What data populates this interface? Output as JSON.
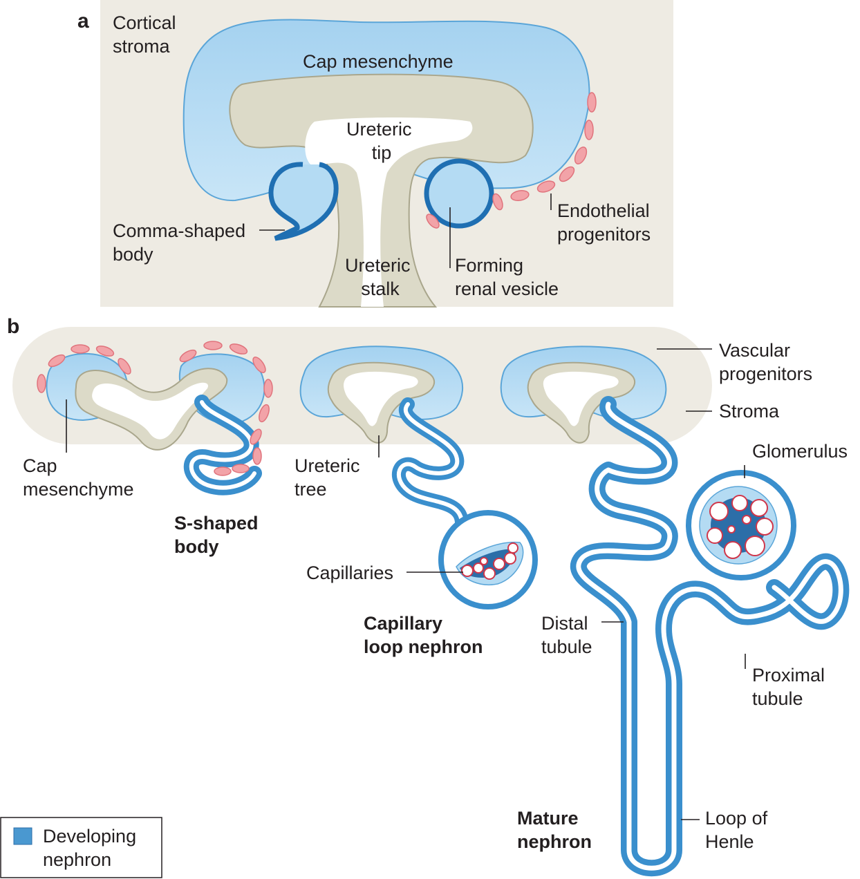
{
  "panels": [
    {
      "letter": "a",
      "labels": {
        "cortical_stroma": [
          "Cortical",
          "stroma"
        ],
        "cap_mesenchyme": [
          "Cap mesenchyme"
        ],
        "ureteric_tip": [
          "Ureteric",
          "tip"
        ],
        "comma_shaped_body": [
          "Comma-shaped",
          "body"
        ],
        "ureteric_stalk": [
          "Ureteric",
          "stalk"
        ],
        "forming_renal_vesicle": [
          "Forming",
          "renal vesicle"
        ],
        "endothelial_progenitors": [
          "Endothelial",
          "progenitors"
        ]
      }
    },
    {
      "letter": "b",
      "labels": {
        "vascular_progenitors": [
          "Vascular",
          "progenitors"
        ],
        "stroma": [
          "Stroma"
        ],
        "cap_mesenchyme": [
          "Cap",
          "mesenchyme"
        ],
        "s_shaped_body": [
          "S-shaped",
          "body"
        ],
        "ureteric_tree": [
          "Ureteric",
          "tree"
        ],
        "capillaries": [
          "Capillaries"
        ],
        "capillary_loop_nephron": [
          "Capillary",
          "loop nephron"
        ],
        "glomerulus": [
          "Glomerulus"
        ],
        "distal_tubule": [
          "Distal",
          "tubule"
        ],
        "proximal_tubule": [
          "Proximal",
          "tubule"
        ],
        "mature_nephron": [
          "Mature",
          "nephron"
        ],
        "loop_of_henle": [
          "Loop of",
          "Henle"
        ]
      }
    }
  ],
  "legend": {
    "label": [
      "Developing",
      "nephron"
    ],
    "color": "#4a98d0"
  },
  "colors": {
    "stroma_bg": "#eeebe3",
    "cap_fill": "#b4dbf3",
    "cap_stroke": "#4a98d0",
    "ureteric": "#dcdac8",
    "ureteric_stroke": "#a9a68c",
    "nephron_blue": "#3a8fcd",
    "endothelial_fill": "#f2a3a8",
    "endothelial_stroke": "#e0737c"
  }
}
